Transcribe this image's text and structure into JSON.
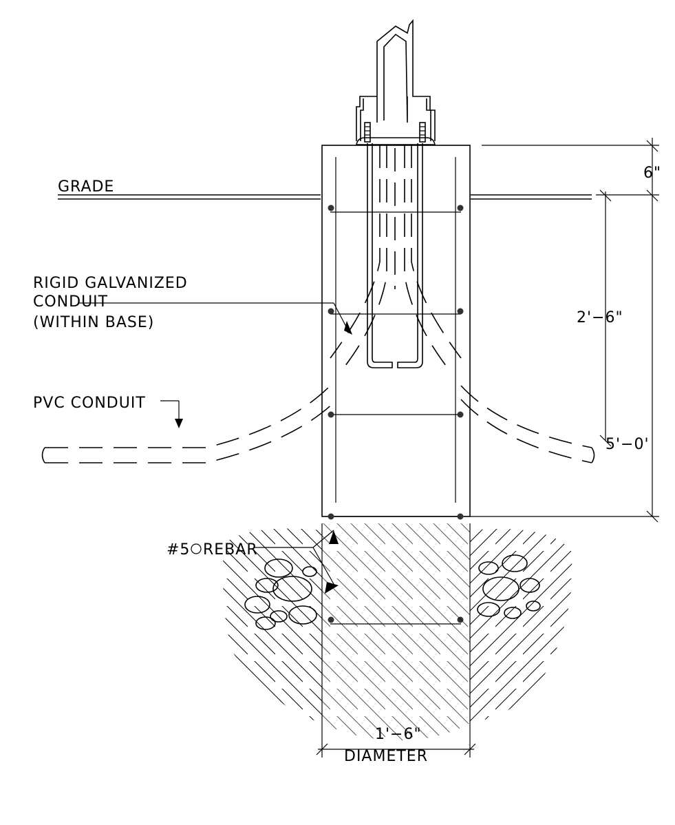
{
  "labels": {
    "grade": "GRADE",
    "rgc_line1": "RIGID  GALVANIZED",
    "rgc_line2": "CONDUIT",
    "rgc_line3": "(WITHIN  BASE)",
    "pvc": "PVC  CONDUIT",
    "rebar_num": "#5",
    "rebar": "REBAR",
    "diameter": "DIAMETER"
  },
  "dimensions": {
    "top": "6\"",
    "mid": "2'−6\"",
    "total": "5'−0'",
    "width": "1'−6\""
  }
}
